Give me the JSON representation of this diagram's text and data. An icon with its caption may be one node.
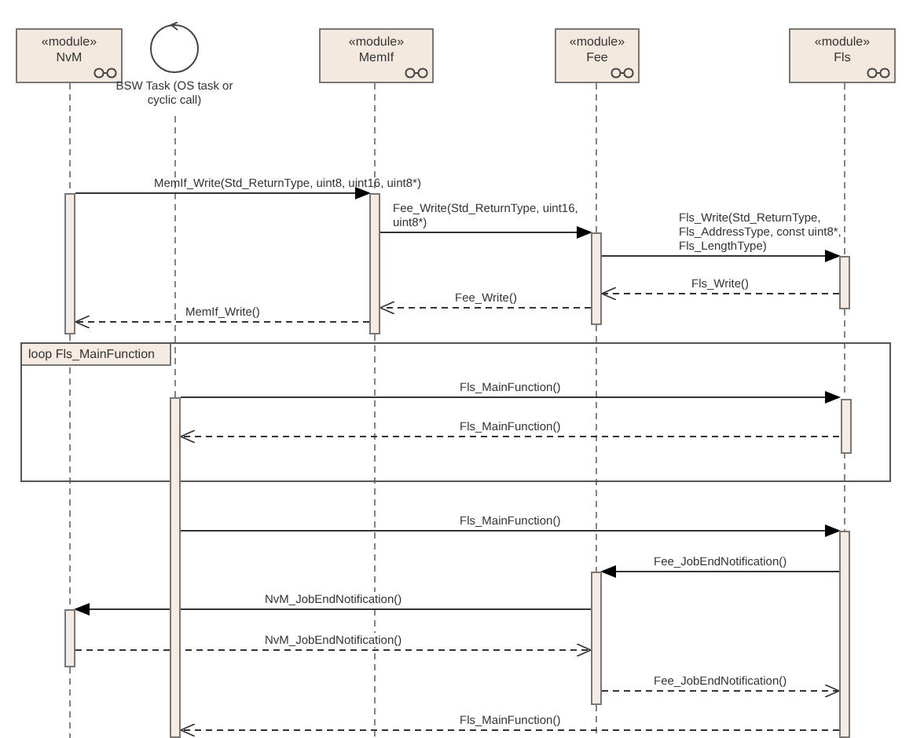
{
  "diagram": {
    "nodes": [
      {
        "text": [
          "«module»",
          "NvM"
        ]
      },
      {
        "text": [
          "BSW Task (OS task or cyclic call)"
        ]
      },
      {
        "text": [
          "«module»",
          "MemIf"
        ]
      },
      {
        "text": [
          "«module»",
          "Fee"
        ]
      },
      {
        "text": [
          "«module»",
          "Fls"
        ]
      },
      {
        "text": [],
        "shape": "bar"
      },
      {
        "text": [],
        "shape": "bar"
      },
      {
        "text": [],
        "shape": "bar"
      },
      {
        "text": [],
        "shape": "bar"
      },
      {
        "text": [
          "loop Fls_MainFunction"
        ]
      },
      {
        "text": [],
        "shape": "bar"
      },
      {
        "text": [],
        "shape": "bar",
        "in": 9
      },
      {
        "text": [],
        "shape": "bar"
      },
      {
        "text": [],
        "shape": "bar"
      },
      {
        "text": [],
        "shape": "bar"
      }
    ],
    "edges": [
      {
        "from": 5,
        "to": 6,
        "arrow": "to",
        "label": "MemIf_Write(Std_ReturnType, uint8, uint16, uint8*)"
      },
      {
        "from": 6,
        "to": 7,
        "arrow": "to",
        "label": "Fee_Write(Std_ReturnType, uint16, uint8*)"
      },
      {
        "from": 7,
        "to": 8,
        "arrow": "to",
        "label": "Fls_Write(Std_ReturnType, Fls_AddressType, const uint8*, Fls_LengthType)"
      },
      {
        "from": 8,
        "to": 7,
        "arrow": "to",
        "style": "dashed",
        "label": "Fls_Write()"
      },
      {
        "from": 7,
        "to": 6,
        "arrow": "to",
        "style": "dashed",
        "label": "Fee_Write()"
      },
      {
        "from": 6,
        "to": 5,
        "arrow": "to",
        "style": "dashed",
        "label": "MemIf_Write()"
      },
      {
        "from": 10,
        "to": 11,
        "arrow": "to",
        "label": "Fls_MainFunction()"
      },
      {
        "from": 11,
        "to": 10,
        "arrow": "to",
        "style": "dashed",
        "label": "Fls_MainFunction()"
      },
      {
        "from": 10,
        "to": 12,
        "arrow": "to",
        "label": "Fls_MainFunction()"
      },
      {
        "from": 12,
        "to": 13,
        "arrow": "to",
        "label": "Fee_JobEndNotification()"
      },
      {
        "from": 13,
        "to": 14,
        "arrow": "to",
        "label": "NvM_JobEndNotification()"
      },
      {
        "from": 14,
        "to": 13,
        "arrow": "to",
        "style": "dashed",
        "label": "NvM_JobEndNotification()"
      },
      {
        "from": 13,
        "to": 12,
        "arrow": "to",
        "style": "dashed",
        "label": "Fee_JobEndNotification()"
      },
      {
        "from": 12,
        "to": 10,
        "arrow": "to",
        "style": "dashed",
        "label": "Fls_MainFunction()"
      },
      {
        "from": 0,
        "to": 5,
        "arrow": "none",
        "style": "dashed"
      },
      {
        "from": 5,
        "to": 14,
        "arrow": "none",
        "style": "dashed"
      },
      {
        "from": 14,
        "to": null,
        "arrow": "none",
        "style": "dashed"
      },
      {
        "from": 1,
        "to": 10,
        "arrow": "none",
        "style": "dashed"
      },
      {
        "from": 2,
        "to": 6,
        "arrow": "none",
        "style": "dashed"
      },
      {
        "from": 6,
        "to": null,
        "arrow": "none",
        "style": "dashed"
      },
      {
        "from": 3,
        "to": 7,
        "arrow": "none",
        "style": "dashed"
      },
      {
        "from": 7,
        "to": 13,
        "arrow": "none",
        "style": "dashed"
      },
      {
        "from": 13,
        "to": null,
        "arrow": "none",
        "style": "dashed"
      },
      {
        "from": 4,
        "to": 8,
        "arrow": "none",
        "style": "dashed"
      },
      {
        "from": 8,
        "to": 11,
        "arrow": "none",
        "style": "dashed"
      },
      {
        "from": 11,
        "to": 12,
        "arrow": "none",
        "style": "dashed"
      }
    ]
  }
}
